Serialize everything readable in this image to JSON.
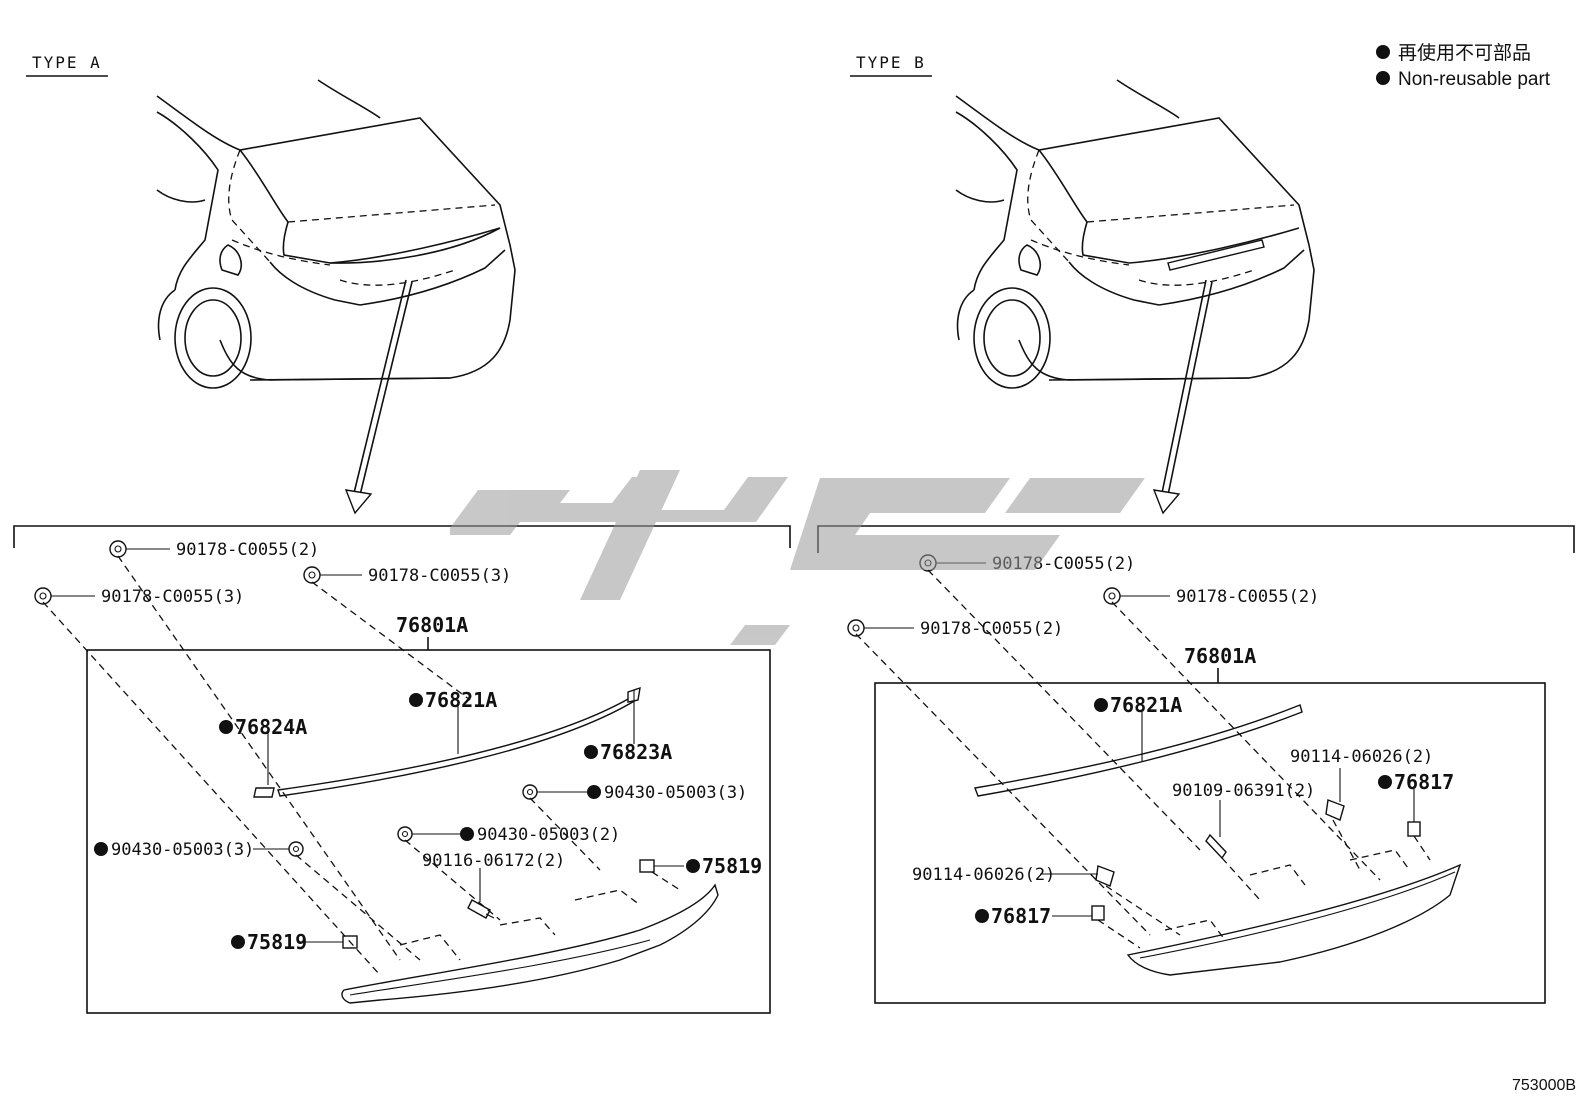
{
  "legend": {
    "line1": "再使用不可部品",
    "line2": "Non-reusable part"
  },
  "figure_code": "753000B",
  "type_a": {
    "title": "TYPE A",
    "assembly": "76801A",
    "labels": {
      "clip_top_left": "90178-C0055(2)",
      "clip_far_left": "90178-C0055(3)",
      "clip_mid": "90178-C0055(3)",
      "moulding": "76821A",
      "pad_left": "76824A",
      "pad_right": "76823A",
      "nut_right": "90430-05003(3)",
      "nut_left": "90430-05003(3)",
      "nut_mid": "90430-05003(2)",
      "bolt": "90116-06172(2)",
      "retainer_right": "75819",
      "retainer_left": "75819"
    }
  },
  "type_b": {
    "title": "TYPE B",
    "assembly": "76801A",
    "labels": {
      "clip_top": "90178-C0055(2)",
      "clip_right": "90178-C0055(2)",
      "clip_left": "90178-C0055(2)",
      "moulding": "76821A",
      "screw_right": "90114-06026(2)",
      "clip_right_lower": "76817",
      "bolt": "90109-06391(2)",
      "screw_left": "90114-06026(2)",
      "clip_left_lower": "76817"
    }
  }
}
